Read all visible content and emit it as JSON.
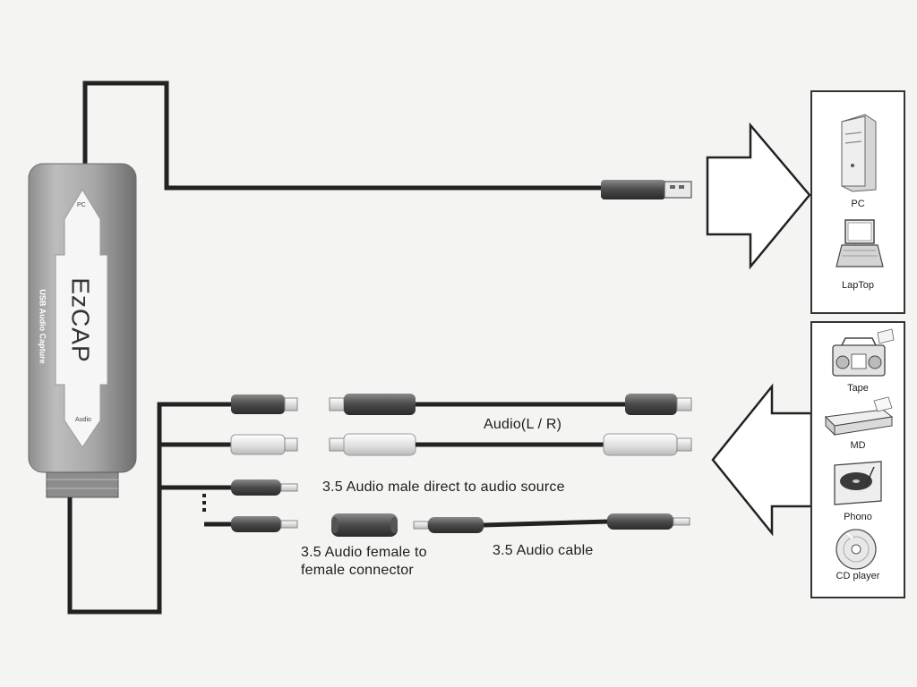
{
  "device": {
    "brand": "EzCAP",
    "subtitle": "USB Audio Capture",
    "top_mark": "PC",
    "bottom_mark": "Audio"
  },
  "labels": {
    "audio_lr": "Audio(L / R)",
    "male_direct": "3.5 Audio male direct to audio source",
    "female_connector_line1": "3.5 Audio female to",
    "female_connector_line2": "female connector",
    "audio_cable": "3.5 Audio cable"
  },
  "computers": {
    "items": [
      {
        "label": "PC",
        "icon": "desktop-tower-icon"
      },
      {
        "label": "LapTop",
        "icon": "laptop-icon"
      }
    ]
  },
  "sources": {
    "items": [
      {
        "label": "Tape",
        "icon": "boombox-icon"
      },
      {
        "label": "MD",
        "icon": "md-player-icon"
      },
      {
        "label": "Phono",
        "icon": "turntable-icon"
      },
      {
        "label": "CD player",
        "icon": "cd-disc-icon"
      }
    ]
  }
}
